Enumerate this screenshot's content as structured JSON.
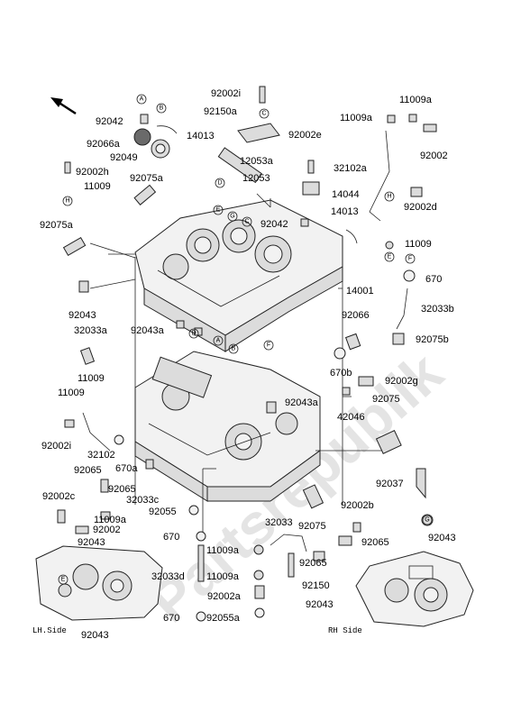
{
  "watermark": "Partsrepublik",
  "side_labels": {
    "lh": "LH.Side",
    "rh": "RH Side"
  },
  "callouts": [
    {
      "id": "92042-top",
      "text": "92042"
    },
    {
      "id": "92066a",
      "text": "92066a"
    },
    {
      "id": "92049",
      "text": "92049"
    },
    {
      "id": "14013-top",
      "text": "14013"
    },
    {
      "id": "92002h",
      "text": "92002h"
    },
    {
      "id": "11009-left",
      "text": "11009"
    },
    {
      "id": "92075a-top",
      "text": "92075a"
    },
    {
      "id": "92075a",
      "text": "92075a"
    },
    {
      "id": "92043-left",
      "text": "92043"
    },
    {
      "id": "32033a",
      "text": "32033a"
    },
    {
      "id": "92043a-mid",
      "text": "92043a"
    },
    {
      "id": "92002i-top",
      "text": "92002i"
    },
    {
      "id": "92150a",
      "text": "92150a"
    },
    {
      "id": "92002e",
      "text": "92002e"
    },
    {
      "id": "12053a",
      "text": "12053a"
    },
    {
      "id": "12053",
      "text": "12053"
    },
    {
      "id": "14044",
      "text": "14044"
    },
    {
      "id": "92042-mid",
      "text": "92042"
    },
    {
      "id": "11009a-top",
      "text": "11009a"
    },
    {
      "id": "11009a-2",
      "text": "11009a"
    },
    {
      "id": "32102a",
      "text": "32102a"
    },
    {
      "id": "92002",
      "text": "92002"
    },
    {
      "id": "92002d",
      "text": "92002d"
    },
    {
      "id": "14013-mid",
      "text": "14013"
    },
    {
      "id": "11009-right",
      "text": "11009"
    },
    {
      "id": "670",
      "text": "670"
    },
    {
      "id": "14001",
      "text": "14001"
    },
    {
      "id": "32033b",
      "text": "32033b"
    },
    {
      "id": "92066",
      "text": "92066"
    },
    {
      "id": "92075b",
      "text": "92075b"
    },
    {
      "id": "670b",
      "text": "670b"
    },
    {
      "id": "92002g",
      "text": "92002g"
    },
    {
      "id": "92043a",
      "text": "92043a"
    },
    {
      "id": "42046",
      "text": "42046"
    },
    {
      "id": "92075-right",
      "text": "92075"
    },
    {
      "id": "11009-l1",
      "text": "11009"
    },
    {
      "id": "11009-l2",
      "text": "11009"
    },
    {
      "id": "92002i",
      "text": "92002i"
    },
    {
      "id": "32102",
      "text": "32102"
    },
    {
      "id": "92065-l",
      "text": "92065"
    },
    {
      "id": "670a",
      "text": "670a"
    },
    {
      "id": "92065-mid",
      "text": "92065"
    },
    {
      "id": "32033c",
      "text": "32033c"
    },
    {
      "id": "92002c",
      "text": "92002c"
    },
    {
      "id": "11009a-l",
      "text": "11009a"
    },
    {
      "id": "92002-low",
      "text": "92002"
    },
    {
      "id": "92043-lh",
      "text": "92043"
    },
    {
      "id": "92055",
      "text": "92055"
    },
    {
      "id": "670-low",
      "text": "670"
    },
    {
      "id": "32033d",
      "text": "32033d"
    },
    {
      "id": "11009a-low1",
      "text": "11009a"
    },
    {
      "id": "11009a-low2",
      "text": "11009a"
    },
    {
      "id": "92002a",
      "text": "92002a"
    },
    {
      "id": "92055a",
      "text": "92055a"
    },
    {
      "id": "670-low2",
      "text": "670"
    },
    {
      "id": "32033",
      "text": "32033"
    },
    {
      "id": "92075-low",
      "text": "92075"
    },
    {
      "id": "92065-low",
      "text": "92065"
    },
    {
      "id": "92150",
      "text": "92150"
    },
    {
      "id": "92002b",
      "text": "92002b"
    },
    {
      "id": "92065-r",
      "text": "92065"
    },
    {
      "id": "92037",
      "text": "92037"
    },
    {
      "id": "92043-rh",
      "text": "92043"
    },
    {
      "id": "92043-rh2",
      "text": "92043"
    },
    {
      "id": "92043-lh-bottom",
      "text": "92043"
    }
  ],
  "ref_markers": [
    "A",
    "B",
    "C",
    "D",
    "E",
    "G",
    "H",
    "F"
  ]
}
